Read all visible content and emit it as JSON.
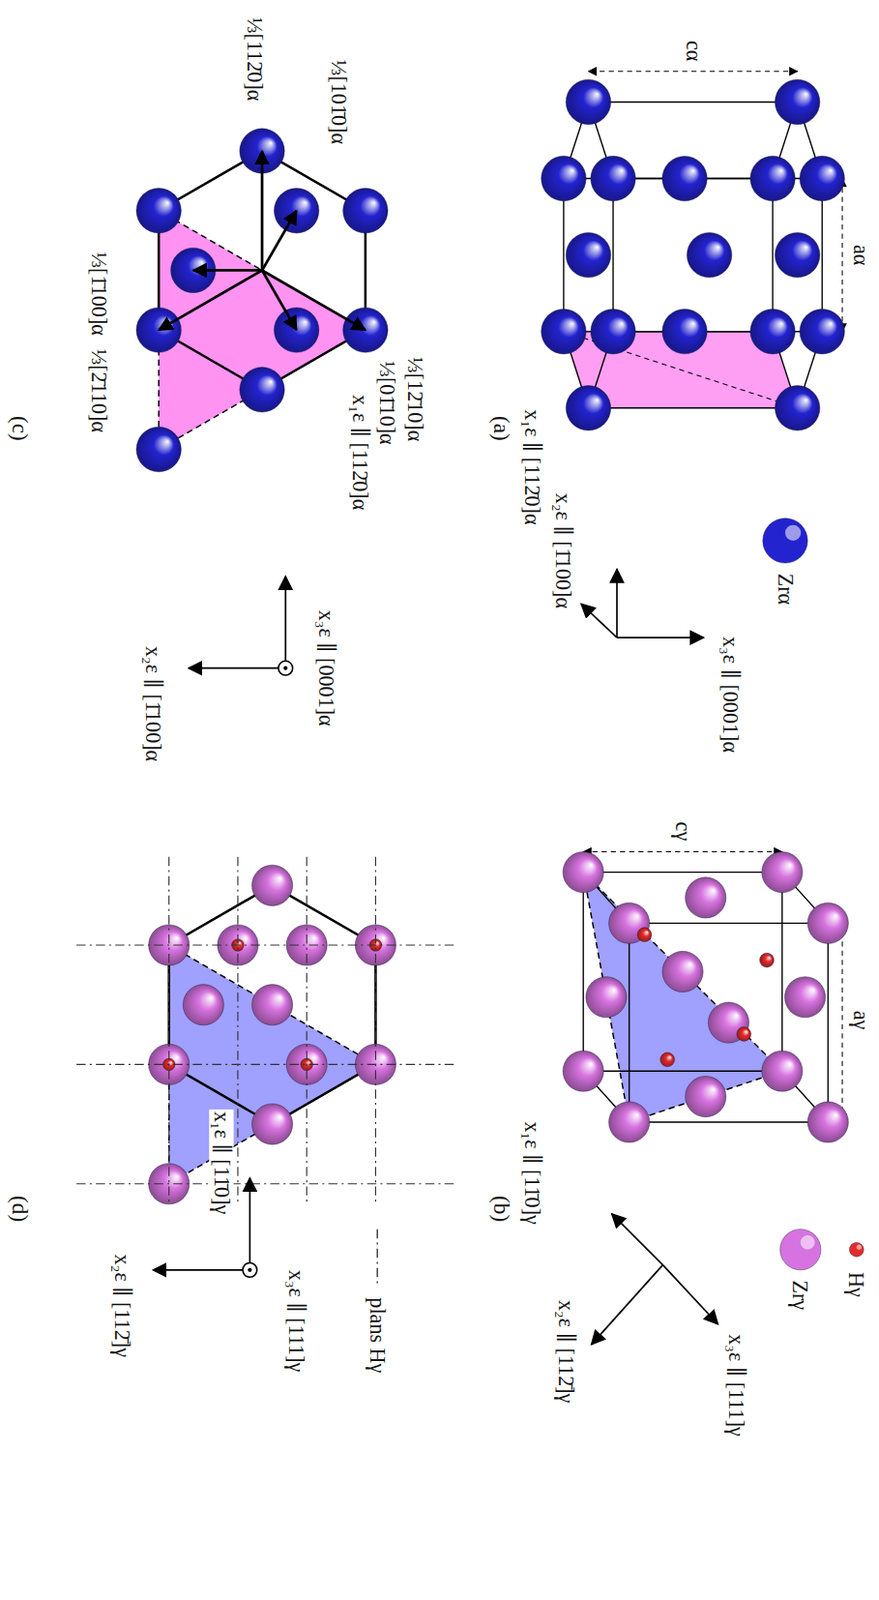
{
  "diagram": {
    "labels": [
      "(a)",
      "cα",
      "aα",
      "x₃ε ∥ [0001]α",
      "x₁ε ∥ [112̄0]α",
      "x₂ε ∥ [1̄100]α",
      "(b)",
      "cγ",
      "aγ",
      "x₃ε ∥ [111]γ",
      "x₁ε ∥ [11̄0]γ",
      "x₂ε ∥ [112̄]γ",
      "⅓[112̄0]α",
      "⅓[101̄0]α",
      "⅓[12̄10]α",
      "⅓[01̄10]α",
      "⅓[1̄100]α",
      "⅓[2̄110]α",
      "x₁ε ∥ [112̄0]α",
      "x₃ε ∥ [0001]α",
      "x₂ε ∥ [1̄100]α",
      "(c)",
      "x₁ε ∥ [11̄0]γ",
      "x₃ε ∥ [111]γ",
      "x₂ε ∥ [112̄]γ",
      "(d)"
    ],
    "legend": [
      {
        "text": "Zrα",
        "color": "#2323d0"
      },
      {
        "text": "Hγ",
        "color": "#e32b2b"
      },
      {
        "text": "Zrγ",
        "color": "#d773e0"
      },
      {
        "text": "plans Hγ"
      }
    ]
  }
}
